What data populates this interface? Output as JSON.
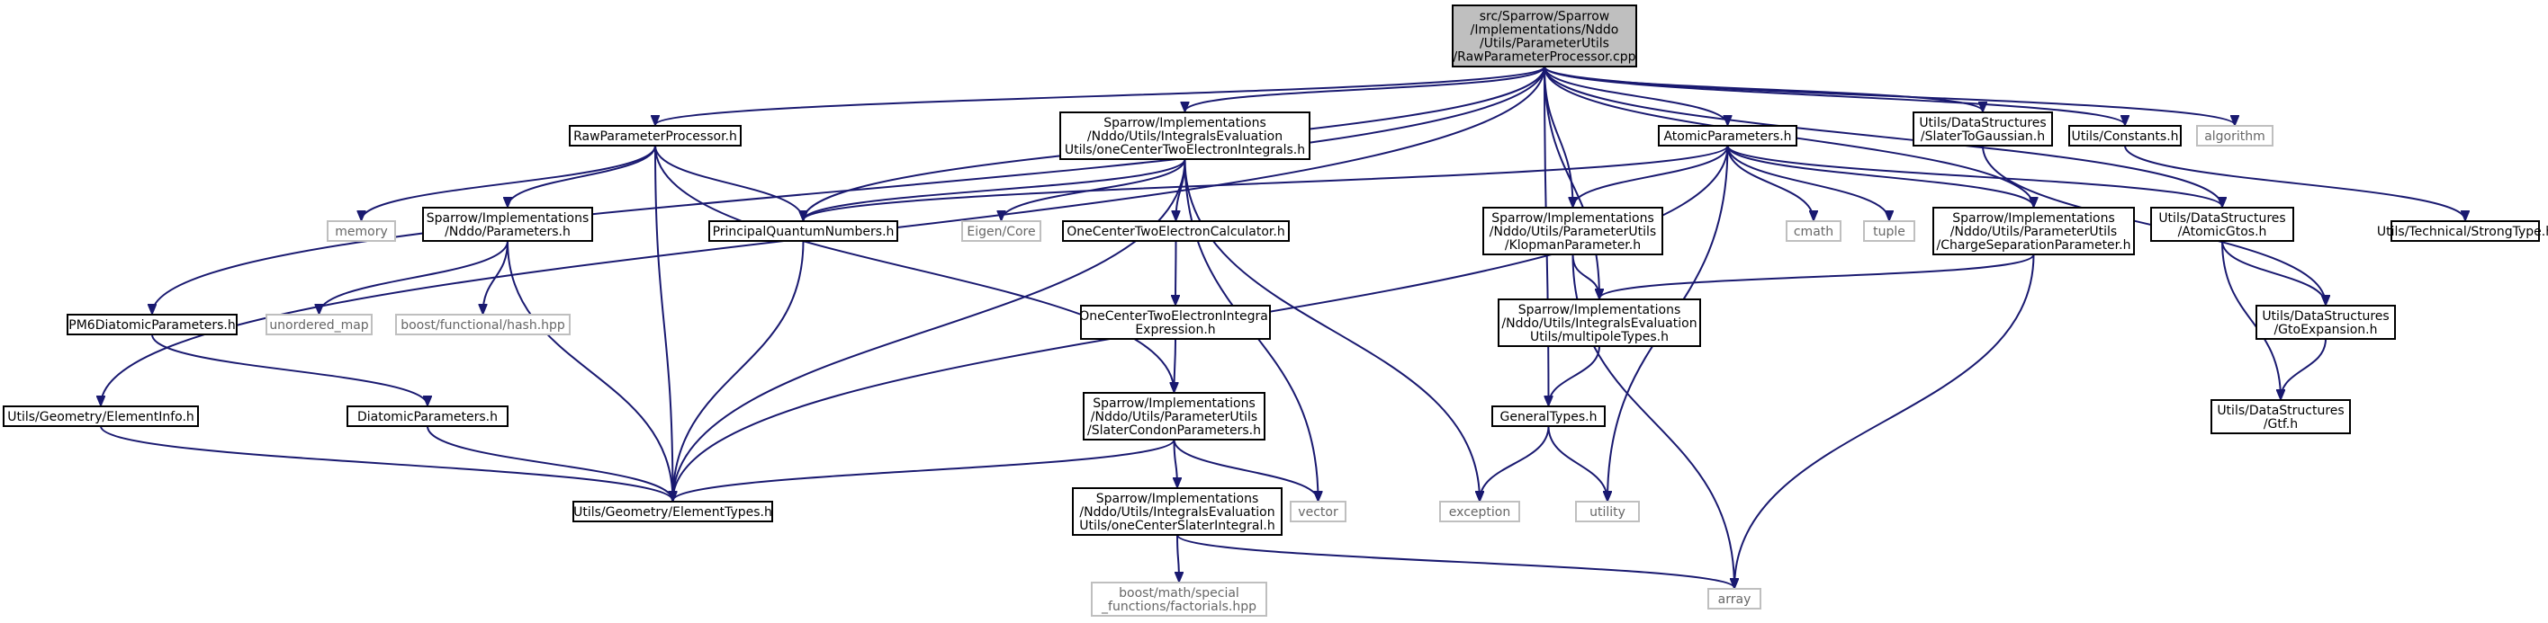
{
  "colors": {
    "edge": "#191970",
    "node_border": "#000000",
    "external_border": "#bfbfbf",
    "root_fill": "#bfbfbf",
    "node_fill": "#ffffff",
    "external_text": "#666666"
  },
  "nodes": [
    {
      "id": "root",
      "lines": [
        "src/Sparrow/Sparrow",
        "/Implementations/Nddo",
        "/Utils/ParameterUtils",
        "/RawParameterProcessor.cpp"
      ],
      "kind": "root"
    },
    {
      "id": "rpp_h",
      "lines": [
        "RawParameterProcessor.h"
      ],
      "kind": "internal"
    },
    {
      "id": "octei_h",
      "lines": [
        "Sparrow/Implementations",
        "/Nddo/Utils/IntegralsEvaluation",
        "Utils/oneCenterTwoElectronIntegrals.h"
      ],
      "kind": "internal"
    },
    {
      "id": "atomic_h",
      "lines": [
        "AtomicParameters.h"
      ],
      "kind": "internal"
    },
    {
      "id": "sto_h",
      "lines": [
        "Utils/DataStructures",
        "/SlaterToGaussian.h"
      ],
      "kind": "internal"
    },
    {
      "id": "constants_h",
      "lines": [
        "Utils/Constants.h"
      ],
      "kind": "internal"
    },
    {
      "id": "algorithm",
      "lines": [
        "algorithm"
      ],
      "kind": "external"
    },
    {
      "id": "memory",
      "lines": [
        "memory"
      ],
      "kind": "external"
    },
    {
      "id": "params_h",
      "lines": [
        "Sparrow/Implementations",
        "/Nddo/Parameters.h"
      ],
      "kind": "internal"
    },
    {
      "id": "pqn_h",
      "lines": [
        "PrincipalQuantumNumbers.h"
      ],
      "kind": "internal"
    },
    {
      "id": "eigen",
      "lines": [
        "Eigen/Core"
      ],
      "kind": "external"
    },
    {
      "id": "octec_h",
      "lines": [
        "OneCenterTwoElectronCalculator.h"
      ],
      "kind": "internal"
    },
    {
      "id": "klopman_h",
      "lines": [
        "Sparrow/Implementations",
        "/Nddo/Utils/ParameterUtils",
        "/KlopmanParameter.h"
      ],
      "kind": "internal"
    },
    {
      "id": "cmath",
      "lines": [
        "cmath"
      ],
      "kind": "external"
    },
    {
      "id": "tuple",
      "lines": [
        "tuple"
      ],
      "kind": "external"
    },
    {
      "id": "csp_h",
      "lines": [
        "Sparrow/Implementations",
        "/Nddo/Utils/ParameterUtils",
        "/ChargeSeparationParameter.h"
      ],
      "kind": "internal"
    },
    {
      "id": "agtos_h",
      "lines": [
        "Utils/DataStructures",
        "/AtomicGtos.h"
      ],
      "kind": "internal"
    },
    {
      "id": "strongtype_h",
      "lines": [
        "Utils/Technical/StrongType.h"
      ],
      "kind": "internal"
    },
    {
      "id": "pm6_h",
      "lines": [
        "PM6DiatomicParameters.h"
      ],
      "kind": "internal"
    },
    {
      "id": "umap",
      "lines": [
        "unordered_map"
      ],
      "kind": "external"
    },
    {
      "id": "boosthash",
      "lines": [
        "boost/functional/hash.hpp"
      ],
      "kind": "external"
    },
    {
      "id": "octeie_h",
      "lines": [
        "OneCenterTwoElectronIntegral",
        "Expression.h"
      ],
      "kind": "internal"
    },
    {
      "id": "multipole_h",
      "lines": [
        "Sparrow/Implementations",
        "/Nddo/Utils/IntegralsEvaluation",
        "Utils/multipoleTypes.h"
      ],
      "kind": "internal"
    },
    {
      "id": "gtoexp_h",
      "lines": [
        "Utils/DataStructures",
        "/GtoExpansion.h"
      ],
      "kind": "internal"
    },
    {
      "id": "elinfo_h",
      "lines": [
        "Utils/Geometry/ElementInfo.h"
      ],
      "kind": "internal"
    },
    {
      "id": "diatomic_h",
      "lines": [
        "DiatomicParameters.h"
      ],
      "kind": "internal"
    },
    {
      "id": "slatercondon_h",
      "lines": [
        "Sparrow/Implementations",
        "/Nddo/Utils/ParameterUtils",
        "/SlaterCondonParameters.h"
      ],
      "kind": "internal"
    },
    {
      "id": "generaltypes_h",
      "lines": [
        "GeneralTypes.h"
      ],
      "kind": "internal"
    },
    {
      "id": "gtf_h",
      "lines": [
        "Utils/DataStructures",
        "/Gtf.h"
      ],
      "kind": "internal"
    },
    {
      "id": "eltypes_h",
      "lines": [
        "Utils/Geometry/ElementTypes.h"
      ],
      "kind": "internal"
    },
    {
      "id": "vector",
      "lines": [
        "vector"
      ],
      "kind": "external"
    },
    {
      "id": "exception",
      "lines": [
        "exception"
      ],
      "kind": "external"
    },
    {
      "id": "utility",
      "lines": [
        "utility"
      ],
      "kind": "external"
    },
    {
      "id": "ocsi_h",
      "lines": [
        "Sparrow/Implementations",
        "/Nddo/Utils/IntegralsEvaluation",
        "Utils/oneCenterSlaterIntegral.h"
      ],
      "kind": "internal"
    },
    {
      "id": "boostfact",
      "lines": [
        "boost/math/special",
        "_functions/factorials.hpp"
      ],
      "kind": "external"
    },
    {
      "id": "array",
      "lines": [
        "array"
      ],
      "kind": "external"
    }
  ],
  "edges": [
    [
      "root",
      "rpp_h"
    ],
    [
      "root",
      "octei_h"
    ],
    [
      "root",
      "atomic_h"
    ],
    [
      "root",
      "sto_h"
    ],
    [
      "root",
      "constants_h"
    ],
    [
      "root",
      "algorithm"
    ],
    [
      "root",
      "pqn_h"
    ],
    [
      "root",
      "klopman_h"
    ],
    [
      "root",
      "csp_h"
    ],
    [
      "root",
      "agtos_h"
    ],
    [
      "root",
      "pm6_h"
    ],
    [
      "root",
      "elinfo_h"
    ],
    [
      "root",
      "multipole_h"
    ],
    [
      "root",
      "generaltypes_h"
    ],
    [
      "rpp_h",
      "memory"
    ],
    [
      "rpp_h",
      "params_h"
    ],
    [
      "rpp_h",
      "pqn_h"
    ],
    [
      "rpp_h",
      "slatercondon_h"
    ],
    [
      "rpp_h",
      "eltypes_h"
    ],
    [
      "params_h",
      "umap"
    ],
    [
      "params_h",
      "boosthash"
    ],
    [
      "params_h",
      "eltypes_h"
    ],
    [
      "pqn_h",
      "eltypes_h"
    ],
    [
      "octei_h",
      "pqn_h"
    ],
    [
      "octei_h",
      "eigen"
    ],
    [
      "octei_h",
      "octec_h"
    ],
    [
      "octei_h",
      "vector"
    ],
    [
      "octei_h",
      "exception"
    ],
    [
      "octei_h",
      "eltypes_h"
    ],
    [
      "octec_h",
      "octeie_h"
    ],
    [
      "octeie_h",
      "slatercondon_h"
    ],
    [
      "slatercondon_h",
      "eltypes_h"
    ],
    [
      "slatercondon_h",
      "vector"
    ],
    [
      "slatercondon_h",
      "ocsi_h"
    ],
    [
      "ocsi_h",
      "boostfact"
    ],
    [
      "ocsi_h",
      "array"
    ],
    [
      "atomic_h",
      "pqn_h"
    ],
    [
      "atomic_h",
      "klopman_h"
    ],
    [
      "atomic_h",
      "cmath"
    ],
    [
      "atomic_h",
      "tuple"
    ],
    [
      "atomic_h",
      "csp_h"
    ],
    [
      "atomic_h",
      "agtos_h"
    ],
    [
      "atomic_h",
      "utility"
    ],
    [
      "atomic_h",
      "eltypes_h"
    ],
    [
      "klopman_h",
      "multipole_h"
    ],
    [
      "klopman_h",
      "array"
    ],
    [
      "csp_h",
      "multipole_h"
    ],
    [
      "csp_h",
      "array"
    ],
    [
      "multipole_h",
      "generaltypes_h"
    ],
    [
      "generaltypes_h",
      "exception"
    ],
    [
      "generaltypes_h",
      "utility"
    ],
    [
      "agtos_h",
      "gtoexp_h"
    ],
    [
      "agtos_h",
      "gtf_h"
    ],
    [
      "sto_h",
      "gtoexp_h"
    ],
    [
      "gtoexp_h",
      "gtf_h"
    ],
    [
      "constants_h",
      "strongtype_h"
    ],
    [
      "pm6_h",
      "diatomic_h"
    ],
    [
      "diatomic_h",
      "eltypes_h"
    ],
    [
      "elinfo_h",
      "eltypes_h"
    ]
  ]
}
